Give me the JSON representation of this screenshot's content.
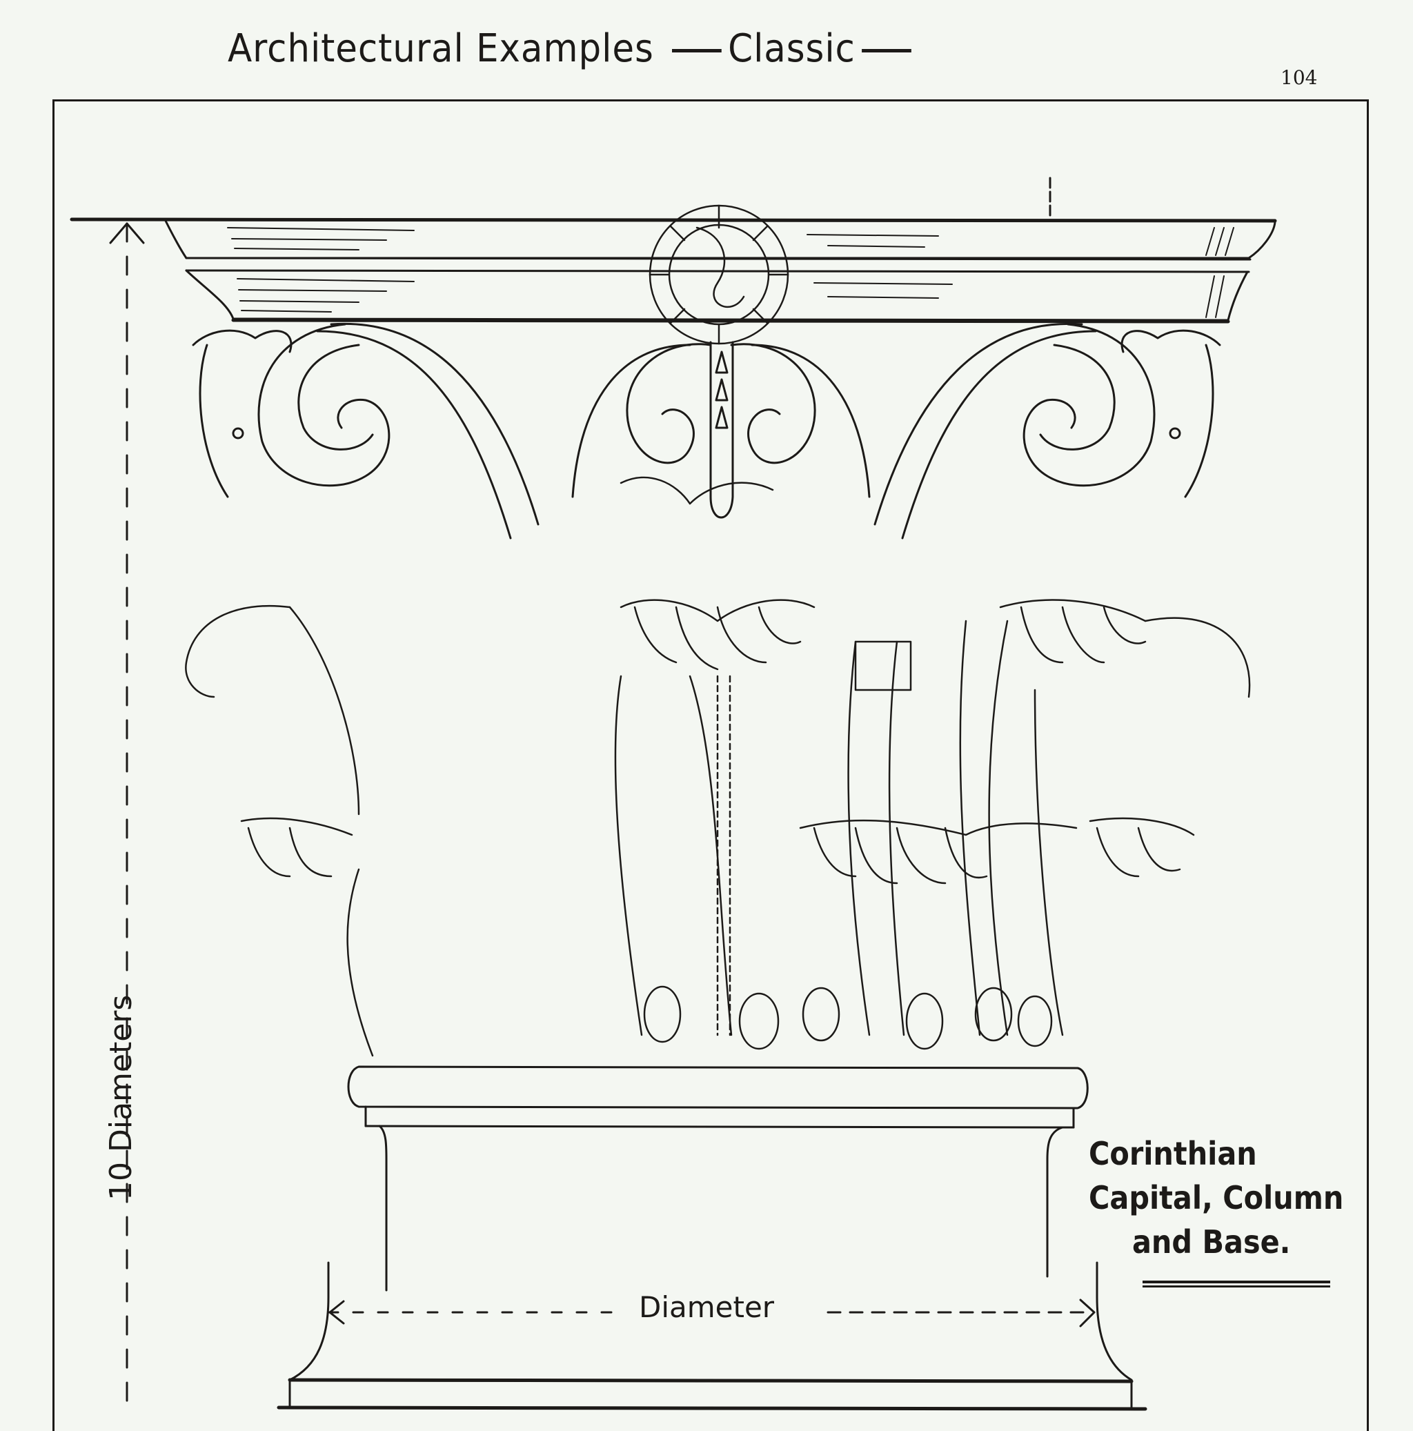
{
  "header": {
    "title_part1": "Architectural Examples",
    "title_part2": "Classic",
    "page_number": "104"
  },
  "caption": {
    "line1": "Corinthian",
    "line2": "Capital, Column",
    "line3": "and Base."
  },
  "dimensions": {
    "height_label": "10 Diameters",
    "width_label": "Diameter"
  },
  "drawing": {
    "subject": "Corinthian capital with abacus, rosette, volutes and acanthus leaves atop column shaft and base",
    "ink_color": "#1c1a18",
    "paper_color": "#f4f7f2"
  }
}
